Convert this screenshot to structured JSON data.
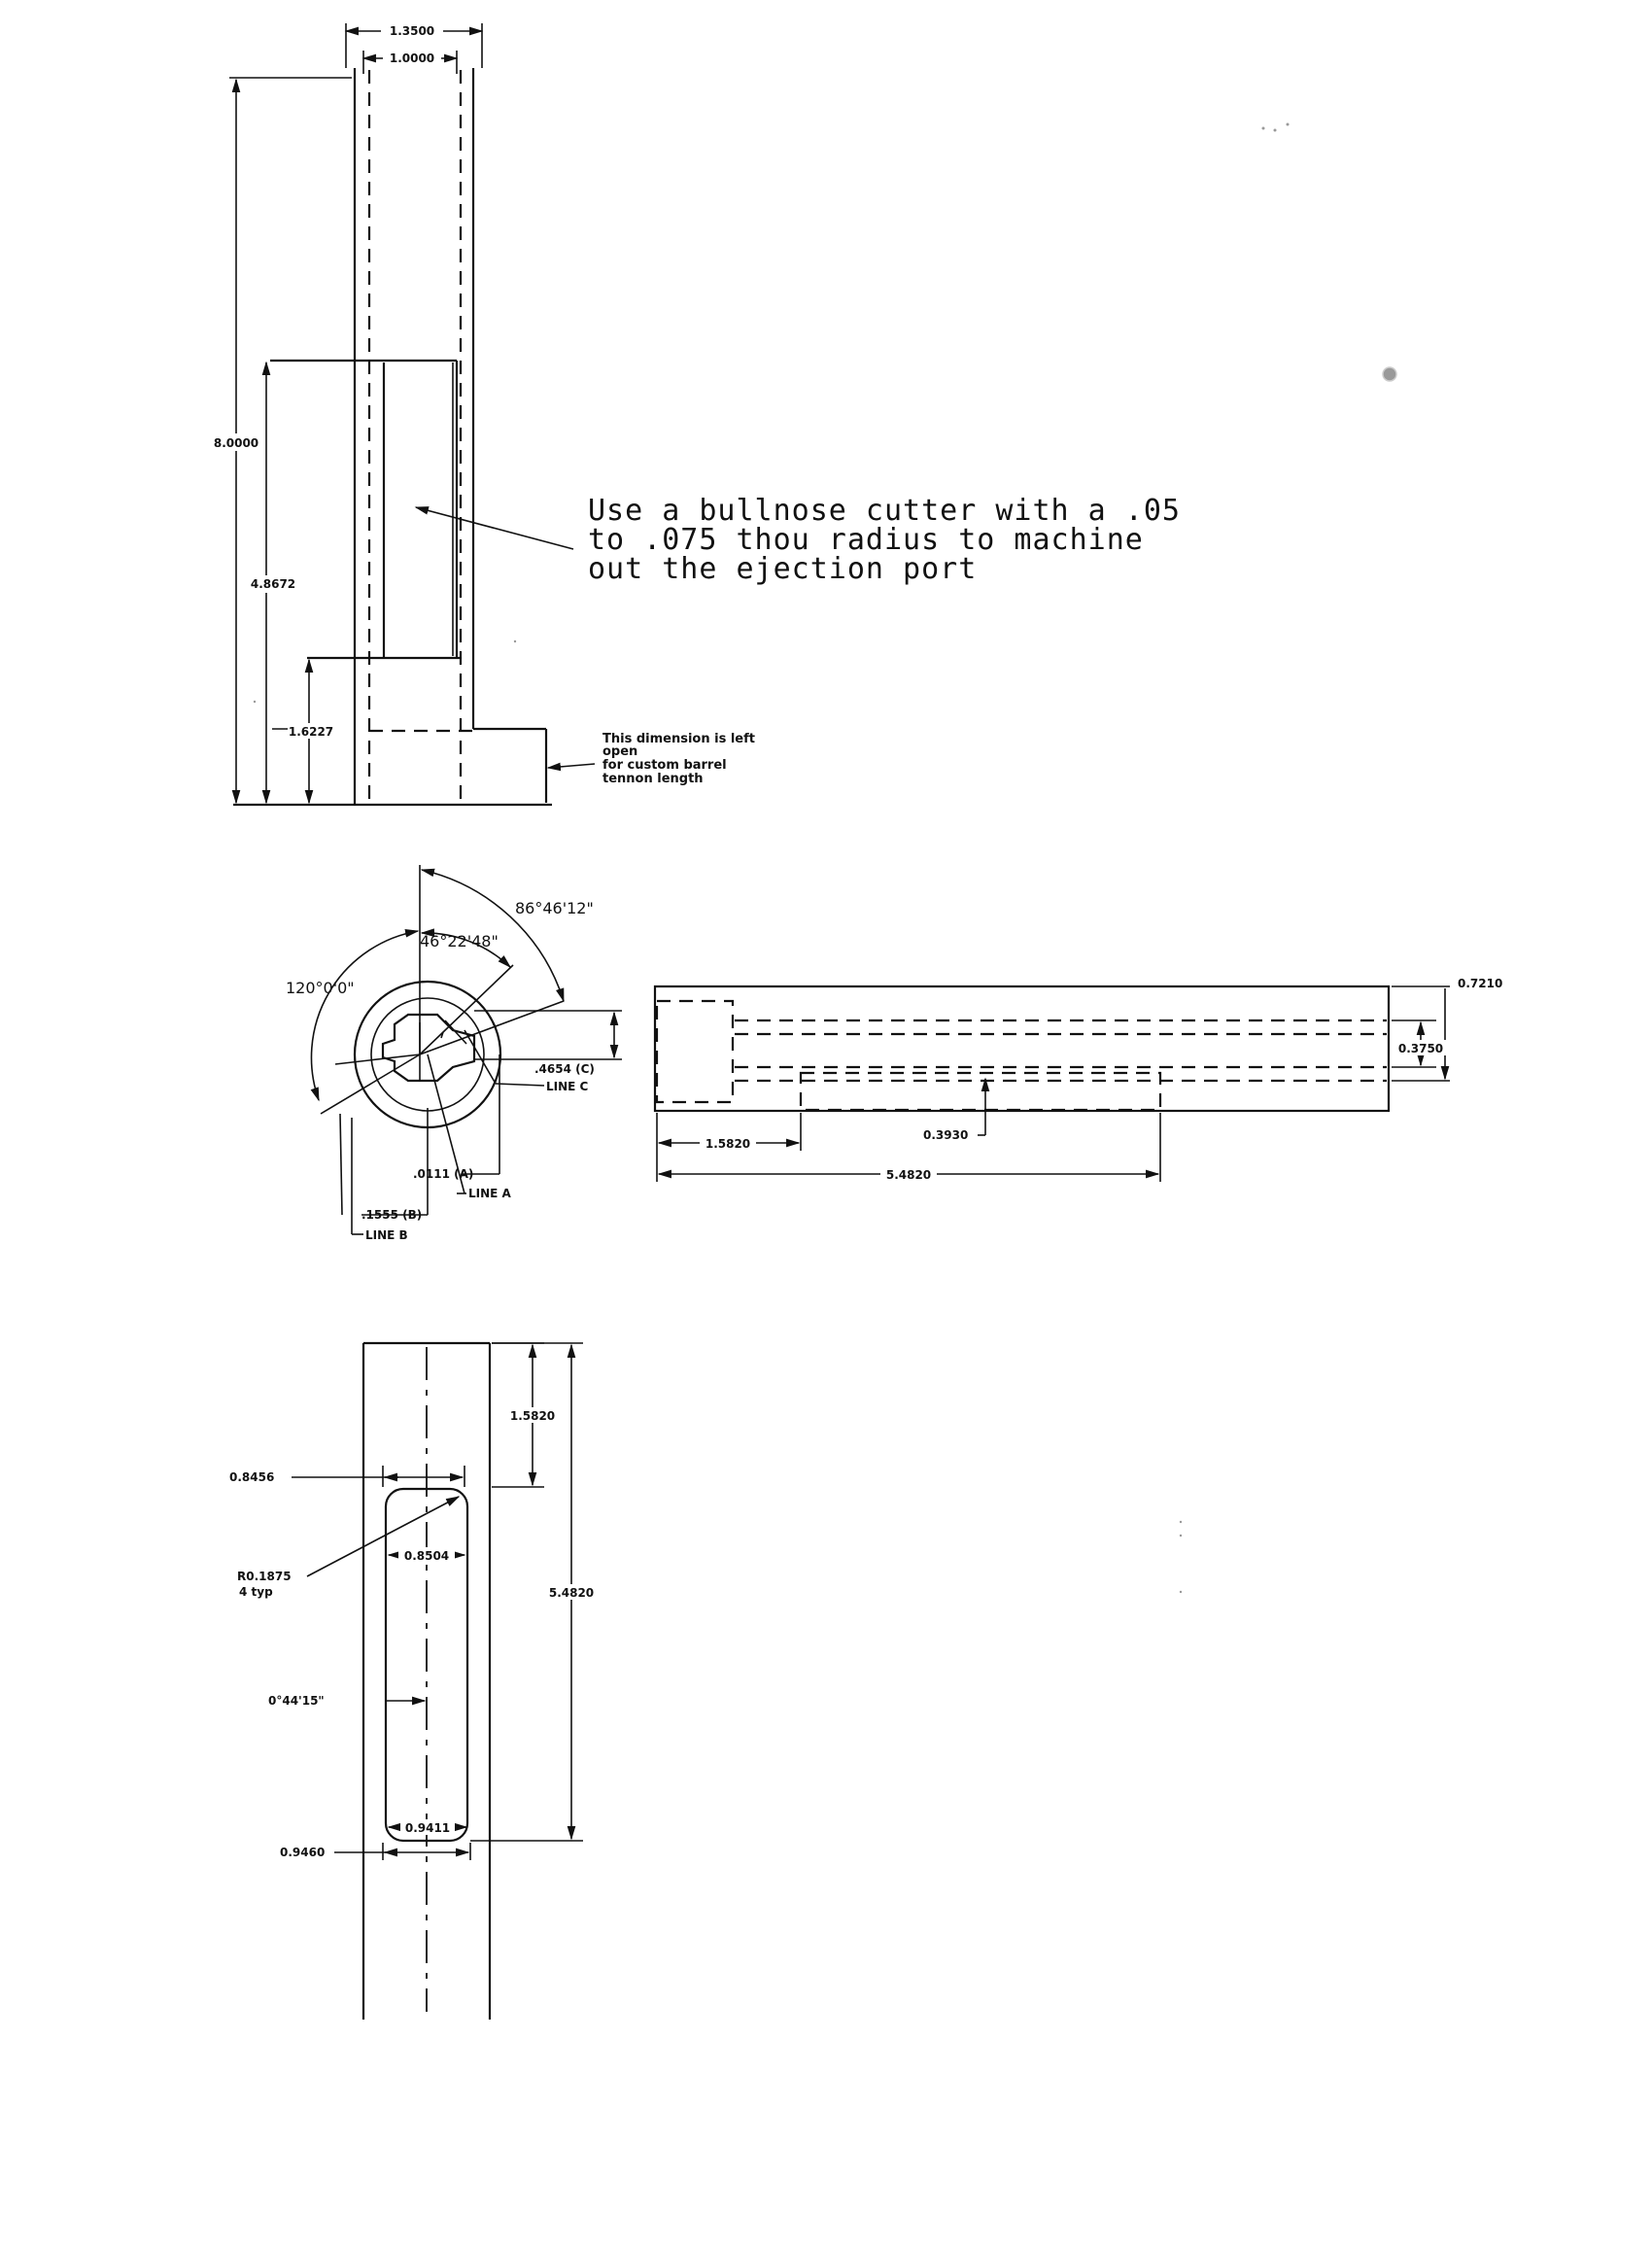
{
  "view1": {
    "dim_outer_width": "1.3500",
    "dim_inner_width": "1.0000",
    "dim_total_height": "8.0000",
    "dim_port_height": "4.8672",
    "dim_lower_height": "1.6227",
    "note_cutter": [
      "Use a bullnose cutter with a .05",
      "to .075 thou radius to machine",
      "out the ejection port"
    ],
    "note_tenon": [
      "This dimension is left",
      "open",
      "for custom barrel",
      "tennon length"
    ]
  },
  "view2": {
    "angle_a": "86°46'12\"",
    "angle_b": "46°22'48\"",
    "angle_c": "120°0'0\"",
    "dim_c": ".4654 (C)",
    "label_line_c": "LINE C",
    "dim_a": ".0111 (A)",
    "label_line_a": "LINE A",
    "dim_b": ".1555 (B)",
    "label_line_b": "LINE B"
  },
  "view3": {
    "dim_right_outer": "0.7210",
    "dim_right_inner": "0.3750",
    "dim_left": "1.5820",
    "dim_mid": "0.3930",
    "dim_total": "5.4820"
  },
  "view4": {
    "dim_top_offset": "1.5820",
    "dim_top_width": "0.8456",
    "dim_inner_top": "0.8504",
    "dim_radius": "R0.1875",
    "dim_radius_note": "4 typ",
    "dim_length": "5.4820",
    "dim_angle": "0°44'15\"",
    "dim_inner_bottom": "0.9411",
    "dim_bottom_width": "0.9460"
  }
}
